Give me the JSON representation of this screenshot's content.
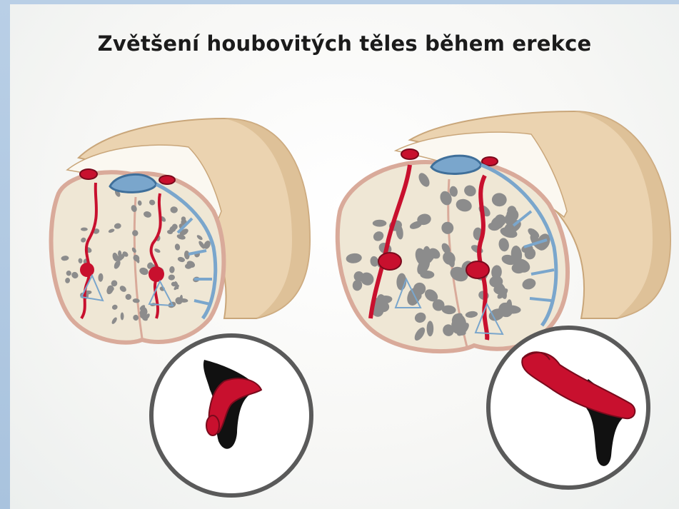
{
  "slide": {
    "title": "Zvětšení houbovitých těles během erekce"
  },
  "colors": {
    "skin": "#ebd3b0",
    "skin_shadow": "#d9b98f",
    "tissue": "#efe7d5",
    "tunica": "#d9aa9a",
    "sinus": "#8c8c8c",
    "artery": "#c8102e",
    "vein": "#7aa6cc",
    "vein_dark": "#3f6f9a",
    "circle_border": "#5a5a5a"
  },
  "panels": [
    {
      "state": "flaccid",
      "icon": "flaccid-penis-inset-icon"
    },
    {
      "state": "erect",
      "icon": "erect-penis-inset-icon"
    }
  ]
}
